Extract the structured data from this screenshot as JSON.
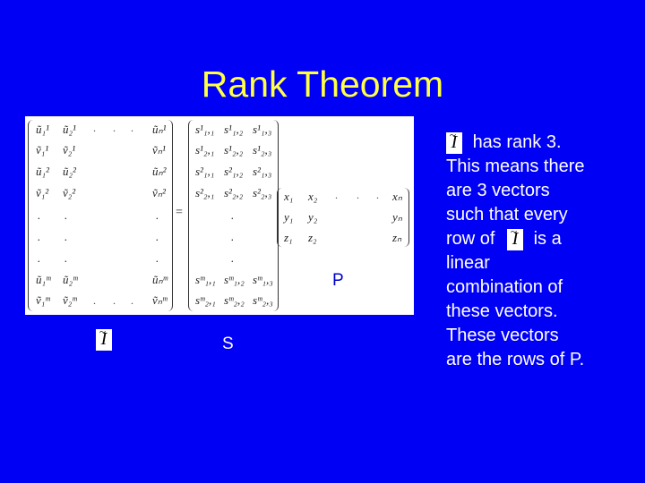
{
  "slide": {
    "title": "Rank Theorem",
    "colors": {
      "background": "#0000f5",
      "title": "#ffff44",
      "text": "#ffffff",
      "panel": "#ffffff"
    }
  },
  "equation": {
    "equals": "=",
    "matrix_I_rows": [
      [
        "ũ₁¹",
        "ũ₂¹",
        "ũₙ¹"
      ],
      [
        "ṽ₁¹",
        "ṽ₂¹",
        "ṽₙ¹"
      ],
      [
        "ũ₁²",
        "ũ₂²",
        "ũₙ²"
      ],
      [
        "ṽ₁²",
        "ṽ₂²",
        "ṽₙ²"
      ],
      [
        ".",
        ".",
        "."
      ],
      [
        ".",
        ".",
        "."
      ],
      [
        ".",
        ".",
        "."
      ],
      [
        "ũ₁ᵐ",
        "ũ₂ᵐ",
        "ũₙᵐ"
      ],
      [
        "ṽ₁ᵐ",
        "ṽ₂ᵐ",
        "ṽₙᵐ"
      ]
    ],
    "matrix_S_rows": [
      [
        "s¹₁,₁",
        "s¹₁,₂",
        "s¹₁,₃"
      ],
      [
        "s¹₂,₁",
        "s¹₂,₂",
        "s¹₂,₃"
      ],
      [
        "s²₁,₁",
        "s²₁,₂",
        "s²₁,₃"
      ],
      [
        "s²₂,₁",
        "s²₂,₂",
        "s²₂,₃"
      ],
      [
        "",
        ".",
        ""
      ],
      [
        "",
        ".",
        ""
      ],
      [
        "",
        ".",
        ""
      ],
      [
        "sᵐ₁,₁",
        "sᵐ₁,₂",
        "sᵐ₁,₃"
      ],
      [
        "sᵐ₂,₁",
        "sᵐ₂,₂",
        "sᵐ₂,₃"
      ]
    ],
    "matrix_P_rows": [
      [
        "x₁",
        "x₂",
        "xₙ"
      ],
      [
        "y₁",
        "y₂",
        "yₙ"
      ],
      [
        "z₁",
        "z₂",
        "zₙ"
      ]
    ],
    "labels": {
      "I": "Ĩ",
      "S": "S",
      "P": "P"
    }
  },
  "side_text": {
    "lines": [
      "has rank 3.",
      "This means there",
      "are 3 vectors",
      "such that every",
      "row of",
      "is a",
      "linear",
      "combination of",
      "these vectors.",
      "These vectors",
      "are the rows of P."
    ]
  }
}
